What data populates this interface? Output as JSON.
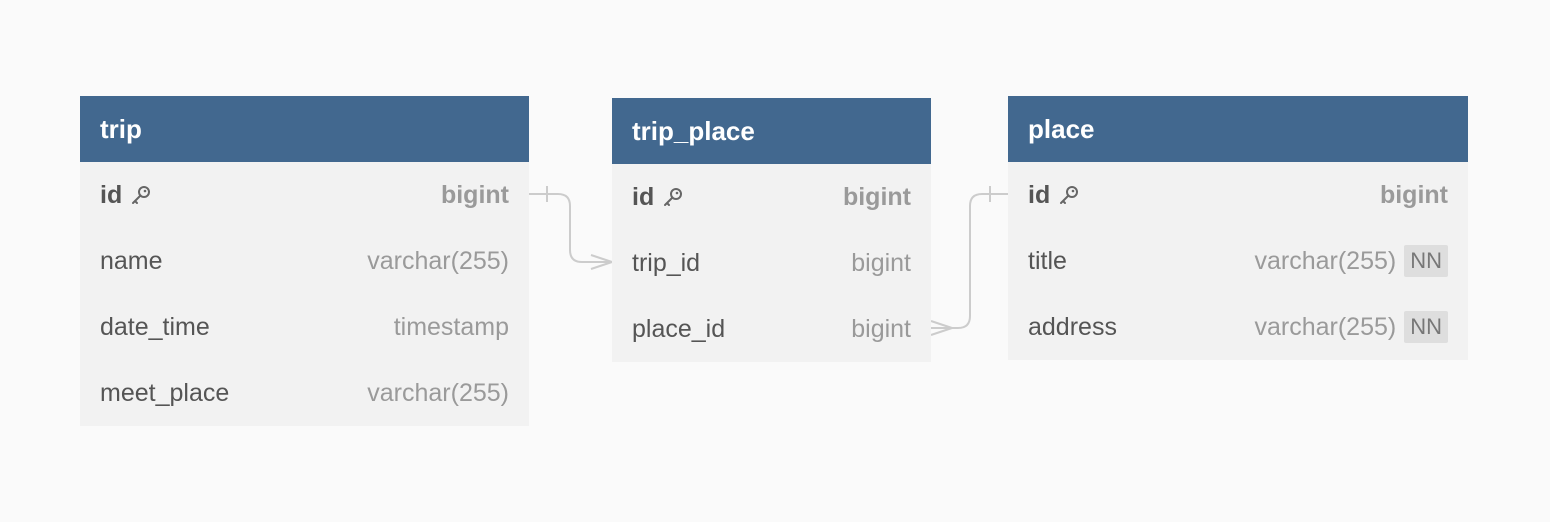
{
  "tables": {
    "trip": {
      "name": "trip",
      "columns": [
        {
          "name": "id",
          "type": "bigint",
          "pk": true,
          "nn": ""
        },
        {
          "name": "name",
          "type": "varchar(255)",
          "pk": false,
          "nn": ""
        },
        {
          "name": "date_time",
          "type": "timestamp",
          "pk": false,
          "nn": ""
        },
        {
          "name": "meet_place",
          "type": "varchar(255)",
          "pk": false,
          "nn": ""
        }
      ]
    },
    "trip_place": {
      "name": "trip_place",
      "columns": [
        {
          "name": "id",
          "type": "bigint",
          "pk": true,
          "nn": ""
        },
        {
          "name": "trip_id",
          "type": "bigint",
          "pk": false,
          "nn": ""
        },
        {
          "name": "place_id",
          "type": "bigint",
          "pk": false,
          "nn": ""
        }
      ]
    },
    "place": {
      "name": "place",
      "columns": [
        {
          "name": "id",
          "type": "bigint",
          "pk": true,
          "nn": ""
        },
        {
          "name": "title",
          "type": "varchar(255)",
          "pk": false,
          "nn": "NN"
        },
        {
          "name": "address",
          "type": "varchar(255)",
          "pk": false,
          "nn": "NN"
        }
      ]
    }
  },
  "relations": [
    {
      "from": "trip.id",
      "to": "trip_place.trip_id",
      "from_card": "one",
      "to_card": "many"
    },
    {
      "from": "place.id",
      "to": "trip_place.place_id",
      "from_card": "one",
      "to_card": "many"
    }
  ],
  "colors": {
    "header": "#42688f",
    "body": "#f2f2f2",
    "background": "#fafafa",
    "edge": "#cccccc"
  }
}
